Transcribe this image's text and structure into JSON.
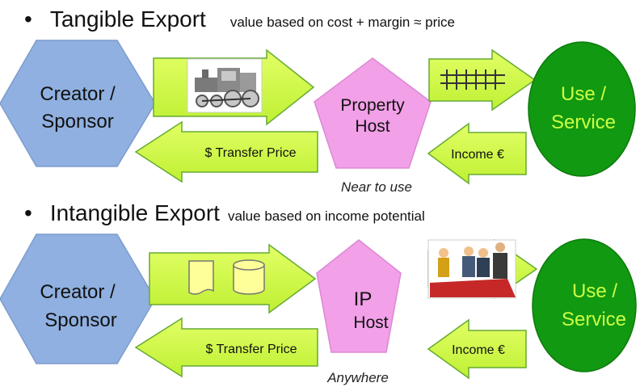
{
  "section1": {
    "bullet": "•",
    "title": "Tangible Export",
    "subtitle": "value based on cost + margin ≈ price",
    "creator_label": [
      "Creator /",
      "Sponsor"
    ],
    "host_label": [
      "Property",
      "Host"
    ],
    "use_label": [
      "Use /",
      "Service"
    ],
    "transfer_label": "$ Transfer Price",
    "income_label": "Income €",
    "note": "Near to use"
  },
  "section2": {
    "bullet": "•",
    "title": "Intangible Export",
    "subtitle": "value based on income potential",
    "creator_label": [
      "Creator /",
      "Sponsor"
    ],
    "host_label": [
      "IP",
      "Host"
    ],
    "use_label": [
      "Use /",
      "Service"
    ],
    "transfer_label": "$ Transfer Price",
    "income_label": "Income €",
    "note": "Anywhere"
  },
  "colors": {
    "hexagon": "#8fb0e0",
    "pentagon": "#f2a0e8",
    "circle": "#119911",
    "arrow": "#ccff44",
    "arrow_outline": "#66aa33",
    "use_text": "#ccff44"
  },
  "icons": {
    "train": "train-icon",
    "track": "railroad-track-icon",
    "document": "document-icon",
    "database": "database-cylinder-icon",
    "meeting": "business-meeting-icon"
  }
}
